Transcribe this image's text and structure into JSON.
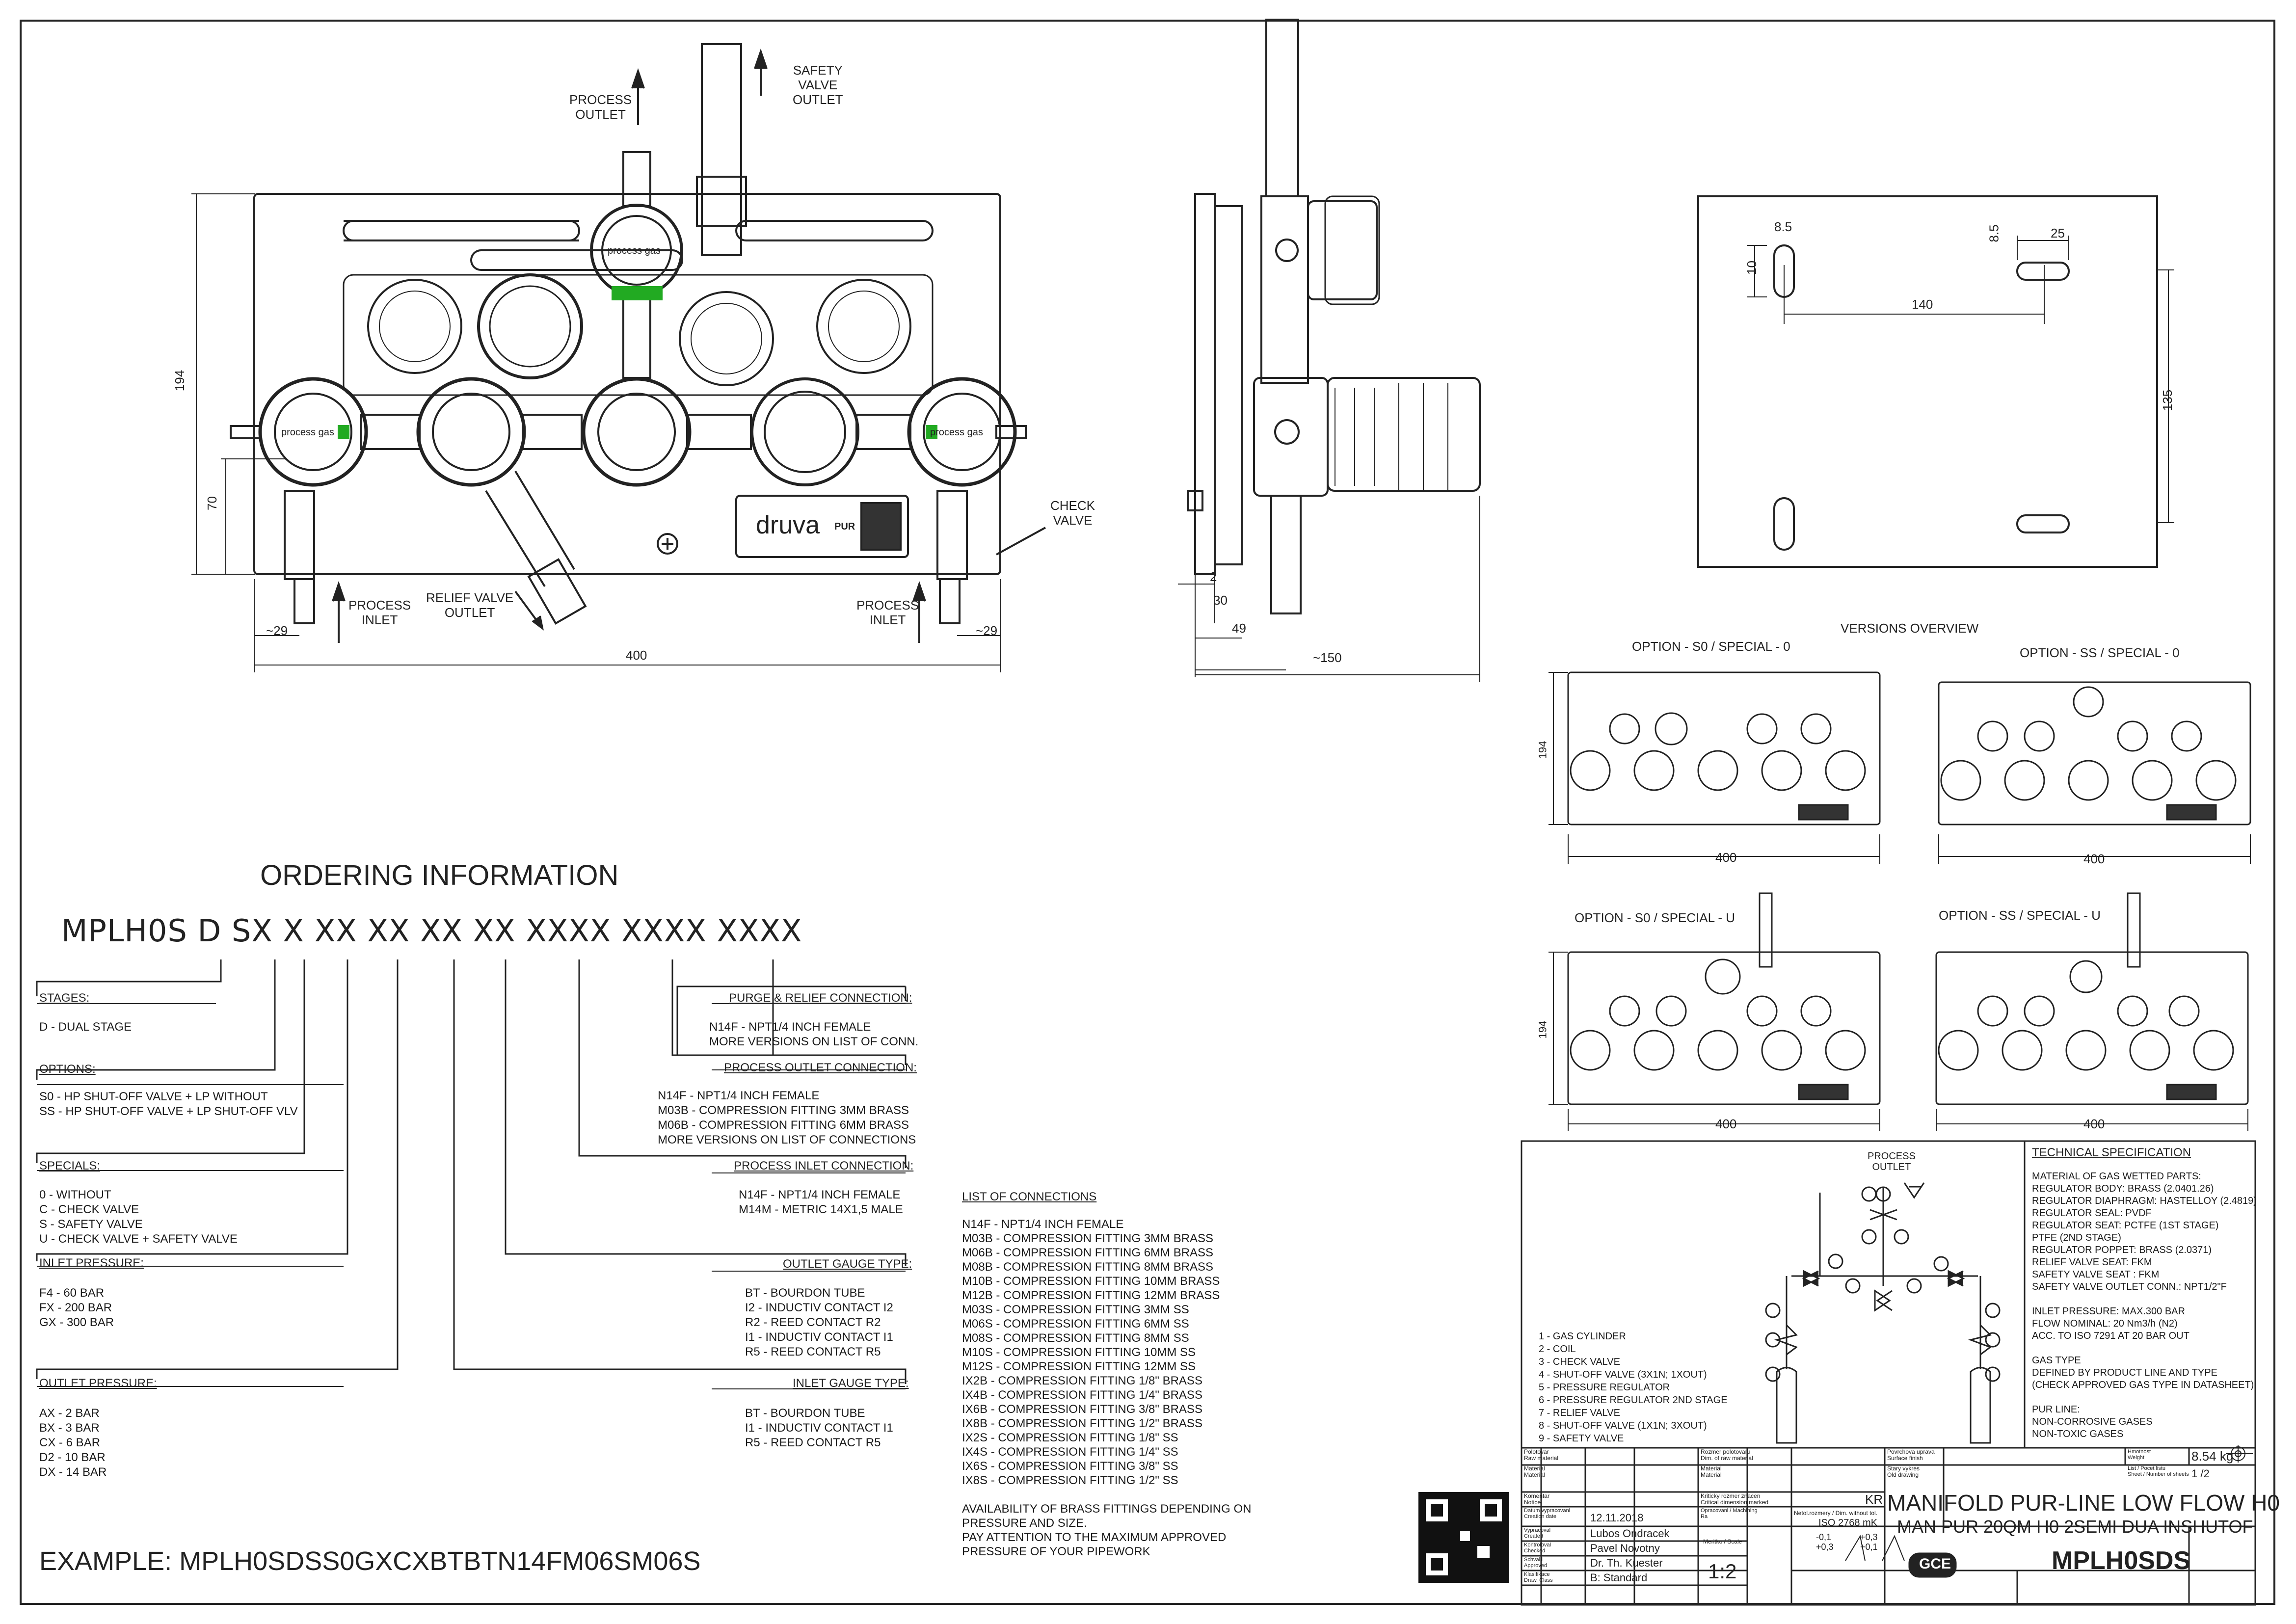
{
  "top_view": {
    "process_outlet": "PROCESS\nOUTLET",
    "safety_valve_outlet": "SAFETY\nVALVE\nOUTLET",
    "check_valve": "CHECK\nVALVE",
    "process_inlet_left": "PROCESS\nINLET",
    "process_inlet_right": "PROCESS\nINLET",
    "relief_valve_outlet": "RELIEF VALVE\nOUTLET",
    "dim_194": "194",
    "dim_70": "70",
    "dim_29_left": "~29",
    "dim_29_right": "~29",
    "dim_400": "400",
    "gauge_label": "process gas",
    "brand": "druva",
    "brand_suffix": "PUR"
  },
  "side_view": {
    "dim_2": "2",
    "dim_30": "30",
    "dim_49": "49",
    "dim_150": "~150"
  },
  "back_view": {
    "dim_8_5_a": "8.5",
    "dim_8_5_b": "8.5",
    "dim_25": "25",
    "dim_10": "10",
    "dim_140": "140",
    "dim_135": "135"
  },
  "versions": {
    "title": "VERSIONS OVERVIEW",
    "opt1": "OPTION - S0 / SPECIAL - 0",
    "opt2": "OPTION - SS / SPECIAL - 0",
    "opt3": "OPTION - S0 / SPECIAL - U",
    "opt4": "OPTION - SS / SPECIAL - U",
    "dim_194": "194",
    "dim_400": "400"
  },
  "ordering": {
    "heading": "ORDERING INFORMATION",
    "code": "MPLH0S D SX X XX XX XX XX XXXX XXXX XXXX",
    "stages_h": "STAGES:",
    "stages": "D - DUAL STAGE",
    "options_h": "OPTIONS:",
    "options": "S0 - HP SHUT-OFF VALVE + LP WITHOUT\nSS - HP SHUT-OFF VALVE + LP SHUT-OFF VLV",
    "specials_h": "SPECIALS:",
    "specials": "0 - WITHOUT\nC - CHECK VALVE\nS - SAFETY VALVE\nU - CHECK VALVE + SAFETY VALVE",
    "inlet_h": "INLET PRESSURE:",
    "inlet": "F4 - 60 BAR\nFX - 200 BAR\nGX - 300 BAR",
    "outlet_h": "OUTLET PRESSURE:",
    "outlet": "AX - 2 BAR\nBX - 3 BAR\nCX - 6 BAR\nD2 - 10 BAR\nDX - 14 BAR",
    "purge_h": "PURGE & RELIEF CONNECTION:",
    "purge": "N14F - NPT1/4 INCH FEMALE\nMORE VERSIONS ON LIST OF CONN.",
    "poc_h": "PROCESS OUTLET CONNECTION:",
    "poc": "N14F - NPT1/4 INCH FEMALE\nM03B - COMPRESSION FITTING 3MM BRASS\nM06B - COMPRESSION FITTING 6MM BRASS\nMORE VERSIONS ON LIST OF CONNECTIONS",
    "pic_h": "PROCESS INLET CONNECTION:",
    "pic": "N14F - NPT1/4 INCH FEMALE\nM14M - METRIC 14X1,5 MALE",
    "ogt_h": "OUTLET GAUGE TYPE:",
    "ogt": "BT - BOURDON TUBE\nI2 - INDUCTIV CONTACT I2\nR2 - REED CONTACT R2\nI1 - INDUCTIV CONTACT I1\nR5 - REED CONTACT R5",
    "igt_h": "INLET GAUGE TYPE:",
    "igt": "BT - BOURDON TUBE\nI1 - INDUCTIV CONTACT I1\nR5 - REED CONTACT R5",
    "example": "EXAMPLE: MPLH0SDSS0GXCXBTBTN14FM06SM06S"
  },
  "connections": {
    "heading": "LIST OF CONNECTIONS",
    "items": "N14F - NPT1/4 INCH FEMALE\nM03B - COMPRESSION FITTING 3MM BRASS\nM06B - COMPRESSION FITTING 6MM BRASS\nM08B - COMPRESSION FITTING 8MM BRASS\nM10B - COMPRESSION FITTING 10MM BRASS\nM12B - COMPRESSION FITTING 12MM BRASS\nM03S - COMPRESSION FITTING 3MM SS\nM06S - COMPRESSION FITTING 6MM SS\nM08S - COMPRESSION FITTING 8MM SS\nM10S - COMPRESSION FITTING 10MM SS\nM12S - COMPRESSION FITTING 12MM SS\nIX2B - COMPRESSION FITTING 1/8\" BRASS\nIX4B - COMPRESSION FITTING 1/4\" BRASS\nIX6B - COMPRESSION FITTING 3/8\" BRASS\nIX8B - COMPRESSION FITTING 1/2\" BRASS\nIX2S - COMPRESSION FITTING 1/8\" SS\nIX4S - COMPRESSION FITTING 1/4\" SS\nIX6S - COMPRESSION FITTING 3/8\" SS\nIX8S - COMPRESSION FITTING 1/2\" SS",
    "note": "AVAILABILITY OF BRASS FITTINGS DEPENDING ON\nPRESSURE AND SIZE.\nPAY ATTENTION TO THE MAXIMUM APPROVED\nPRESSURE OF YOUR PIPEWORK"
  },
  "schematic": {
    "process_outlet": "PROCESS\nOUTLET",
    "legend": "1 - GAS CYLINDER\n2 - COIL\n3 - CHECK VALVE\n4 - SHUT-OFF VALVE (3X1N; 1XOUT)\n5 - PRESSURE REGULATOR\n6 - PRESSURE REGULATOR 2ND STAGE\n7 - RELIEF VALVE\n8 - SHUT-OFF VALVE (1X1N; 3XOUT)\n9 - SAFETY VALVE"
  },
  "tech": {
    "heading": "TECHNICAL SPECIFICATION",
    "body": "MATERIAL OF GAS WETTED PARTS:\nREGULATOR BODY: BRASS (2.0401.26)\nREGULATOR DIAPHRAGM: HASTELLOY (2.4819)\nREGULATOR SEAL: PVDF\nREGULATOR SEAT: PCTFE (1ST STAGE)\n                         PTFE (2ND STAGE)\nREGULATOR POPPET: BRASS (2.0371)\nRELIEF VALVE SEAT: FKM\nSAFETY VALVE SEAT : FKM\nSAFETY VALVE  OUTLET CONN.: NPT1/2\"F\n\nINLET PRESSURE: MAX.300 BAR\nFLOW NOMINAL: 20 Nm3/h (N2)\nACC. TO ISO 7291 AT 20 BAR OUT\n\nGAS TYPE\nDEFINED BY PRODUCT LINE AND TYPE\n(CHECK APPROVED GAS TYPE IN DATASHEET)\n\nPUR LINE:\nNON-CORROSIVE GASES\nNON-TOXIC GASES"
  },
  "title_block": {
    "weight": "8.54 kg",
    "sheet": "1 /2",
    "title1": "MANIFOLD PUR-LINE LOW FLOW H0",
    "title2": "MAN PUR 20QM H0 2SEMI DUA INSHUTOF",
    "date": "12.11.2018",
    "drawn": "Lubos Ondracek",
    "checked": "Pavel Novotny",
    "approved": "Dr. Th. Kuester",
    "standard": "B: Standard",
    "scale": "1:2",
    "code_kr": "KR",
    "iso": "ISO 2768 mK",
    "tol1": "-0,1\n+0,3",
    "tol2": "+0,3\n+0,1",
    "logo": "GCE",
    "drawing_no": "MPLH0SDS",
    "labels": {
      "l1": "Povrchova uprava\nSurface finish",
      "l2": "Stary vykres\nOld drawing",
      "l3": "Polotovar\nRaw material",
      "l4": "Rozmer polotovaru\nDim. of raw material",
      "l5": "Material\nMaterial",
      "l6": "Komentar\nNotice",
      "l7": "Kriticky rozmer znacen\nCritical dimension marked",
      "l8": "Datum vypracovani\nCreation date",
      "l9": "Vypracoval\nCreated",
      "l10": "Kontroloval\nChecked",
      "l11": "Schvalil\nApproved",
      "l12": "Klasifikace\nDraw. Class",
      "l13": "Opracovani / Machining\nRa",
      "l14": "Netol.rozmery / Dim. without tol.",
      "l15": "Meritko / Scale",
      "l16": "Hmotnost\nWeight",
      "l17": "List / Pocet listu\nSheet / Number of sheets"
    }
  }
}
